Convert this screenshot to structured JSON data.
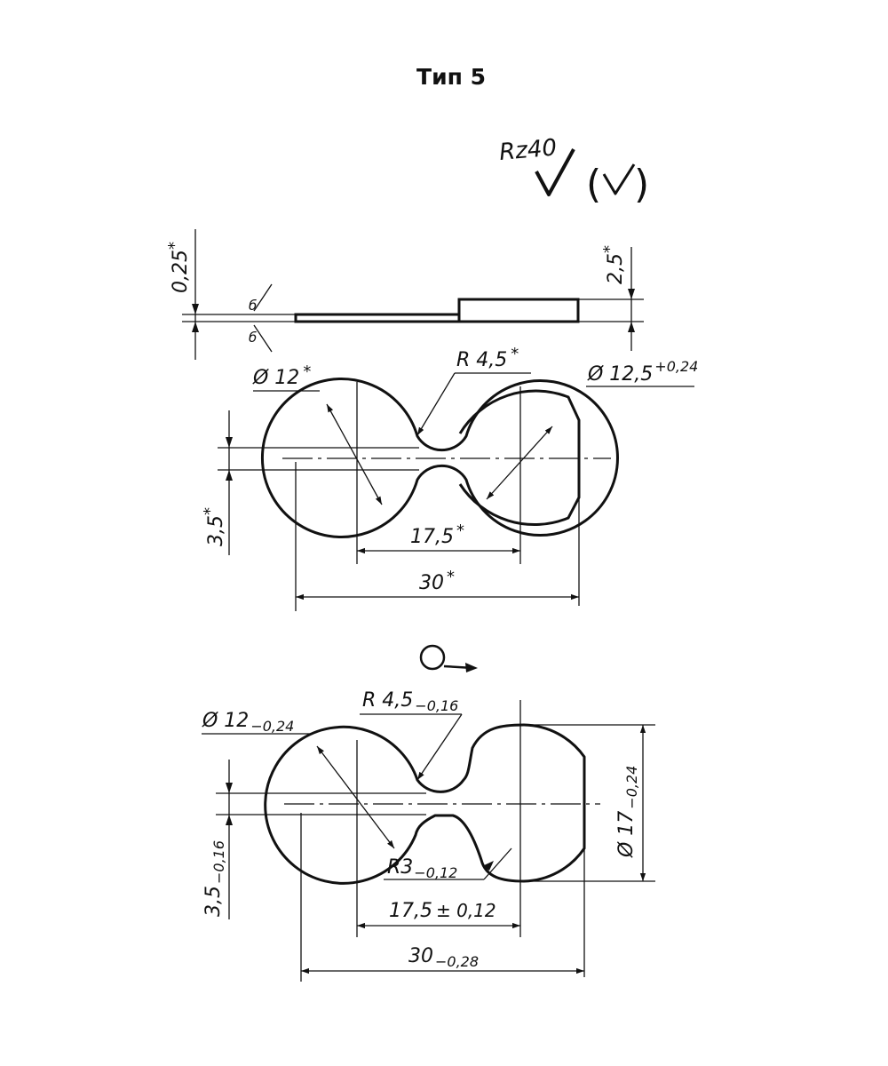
{
  "title": "Тип 5",
  "roughness": {
    "value": "Rz40",
    "rest_open": "(",
    "rest_close": ")"
  },
  "view_side": {
    "dim_thin": "0,25",
    "dim_thin_mark": "*",
    "dim_thick": "2,5",
    "dim_thick_mark": "*",
    "symbol_top": "б",
    "symbol_bottom": "б"
  },
  "view_top": {
    "diameter_left": "Ø 12",
    "diameter_left_mark": "*",
    "radius": "R 4,5",
    "radius_mark": "*",
    "diameter_right": "Ø 12,5",
    "diameter_right_tol": "+0,24",
    "width_neck": "3,5",
    "width_neck_mark": "*",
    "centers": "17,5",
    "centers_mark": "*",
    "length": "30",
    "length_mark": "*"
  },
  "view_bottom": {
    "diameter_left": "Ø 12",
    "diameter_left_tol": "−0,24",
    "radius": "R 4,5",
    "radius_tol": "−0,16",
    "radius_small": "R3",
    "radius_small_tol": "−0,12",
    "width_neck": "3,5",
    "width_neck_tol": "−0,16",
    "centers": "17,5",
    "centers_tol": "± 0,12",
    "length": "30",
    "length_tol": "−0,28",
    "diameter_right": "Ø 17",
    "diameter_right_tol": "−0,24"
  }
}
